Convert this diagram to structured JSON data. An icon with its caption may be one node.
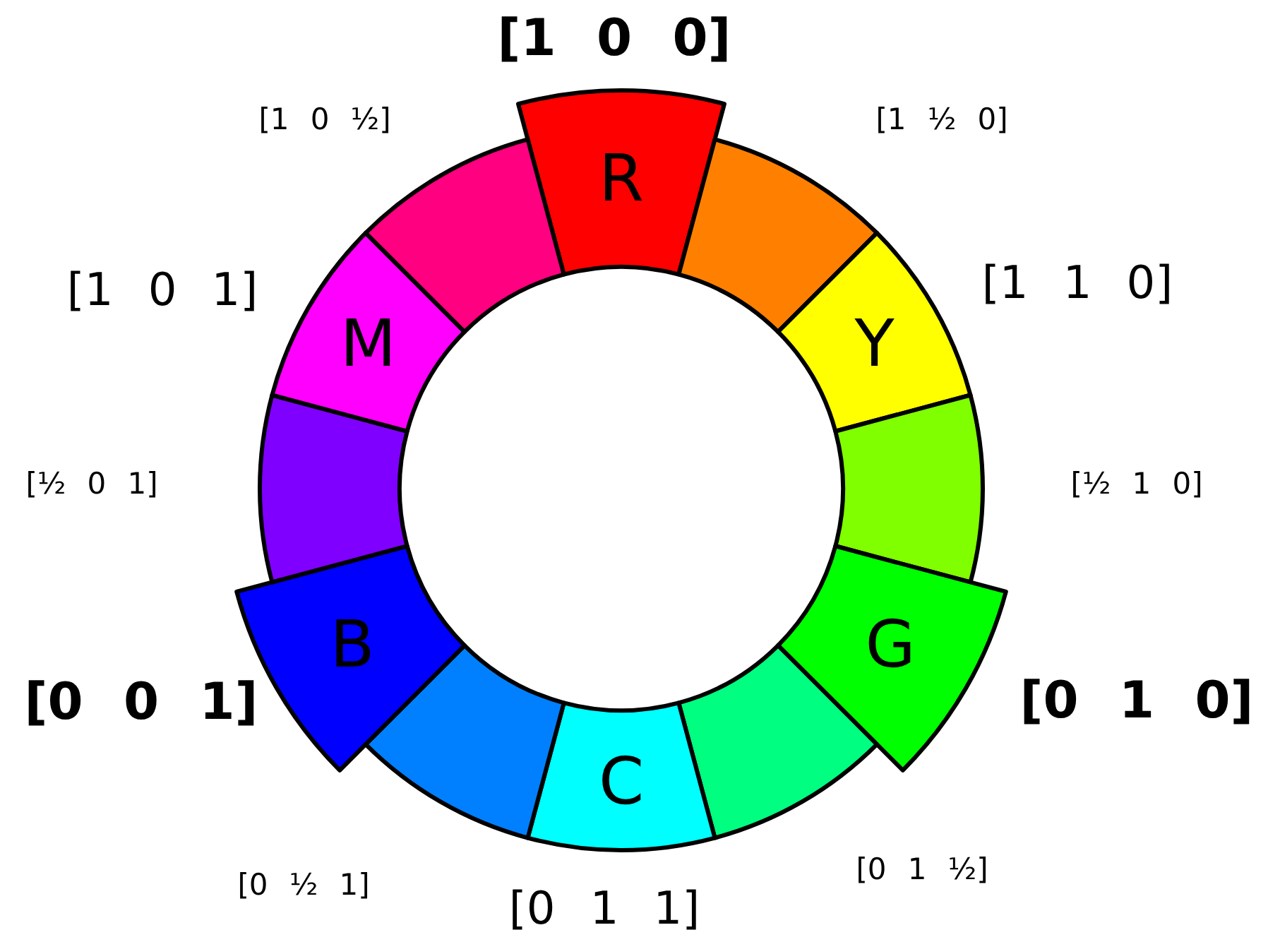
{
  "diagram": {
    "nodes": [
      {
        "text": [
          "R"
        ],
        "beside": [
          "[1 0 0]"
        ]
      },
      {
        "text": [],
        "shape": "segment",
        "beside": [
          "[1 ½ 0]"
        ]
      },
      {
        "text": [
          "Y"
        ],
        "beside": [
          "[1 1 0]"
        ]
      },
      {
        "text": [],
        "shape": "segment",
        "beside": [
          "[½ 1 0]"
        ]
      },
      {
        "text": [
          "G"
        ],
        "beside": [
          "[0 1 0]"
        ]
      },
      {
        "text": [],
        "shape": "segment",
        "beside": [
          "[0 1 ½]"
        ]
      },
      {
        "text": [
          "C"
        ],
        "beside": [
          "[0 1 1]"
        ]
      },
      {
        "text": [],
        "shape": "segment",
        "beside": [
          "[0 ½ 1]"
        ]
      },
      {
        "text": [
          "B"
        ],
        "beside": [
          "[0 0 1]"
        ]
      },
      {
        "text": [],
        "shape": "segment",
        "beside": [
          "[½ 0 1]"
        ]
      },
      {
        "text": [
          "M"
        ],
        "beside": [
          "[1 0 1]"
        ]
      },
      {
        "text": [],
        "shape": "segment",
        "beside": [
          "[1 0 ½]"
        ]
      }
    ]
  }
}
